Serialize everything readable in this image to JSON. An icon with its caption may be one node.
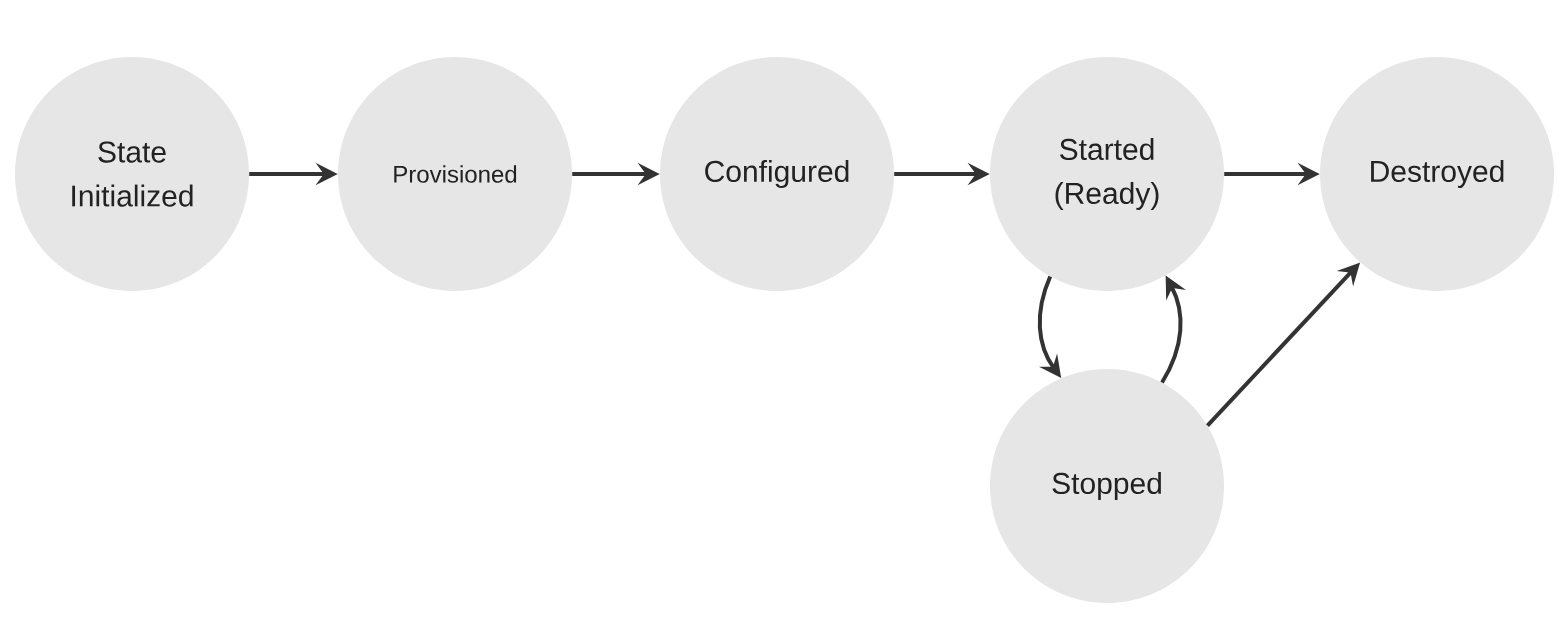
{
  "diagram": {
    "nodes": [
      {
        "text": [
          "State Initialized"
        ]
      },
      {
        "text": [
          "Provisioned"
        ]
      },
      {
        "text": [
          "Configured"
        ]
      },
      {
        "text": [
          "Started (Ready)"
        ]
      },
      {
        "text": [
          "Destroyed"
        ]
      },
      {
        "text": [
          "Stopped"
        ]
      }
    ],
    "edges": [
      {
        "from": 0,
        "to": 1,
        "arrow": "to"
      },
      {
        "from": 1,
        "to": 2,
        "arrow": "to"
      },
      {
        "from": 2,
        "to": 3,
        "arrow": "to"
      },
      {
        "from": 3,
        "to": 4,
        "arrow": "to"
      },
      {
        "from": 3,
        "to": 5,
        "arrow": "to"
      },
      {
        "from": 5,
        "to": 3,
        "arrow": "to"
      },
      {
        "from": 5,
        "to": 4,
        "arrow": "to"
      }
    ]
  }
}
